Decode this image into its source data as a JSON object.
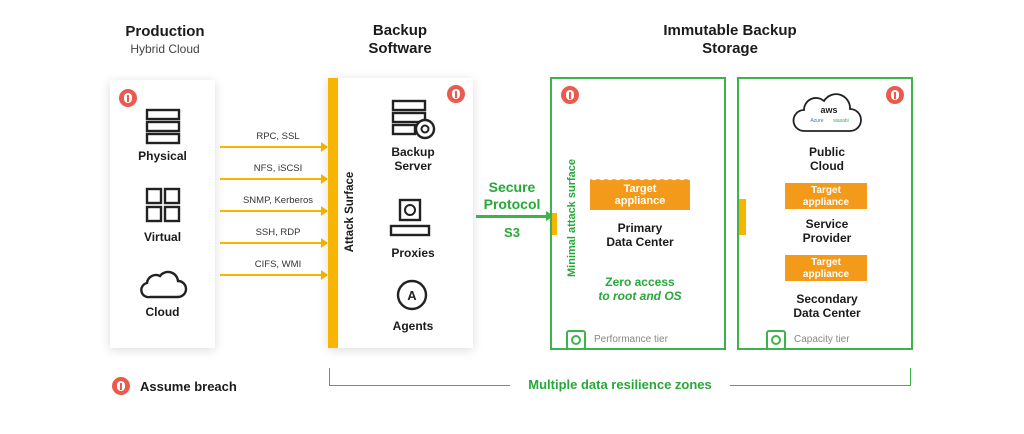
{
  "headers": {
    "production_title": "Production",
    "production_sub": "Hybrid Cloud",
    "backup_title_1": "Backup",
    "backup_title_2": "Software",
    "immutable_title_1": "Immutable Backup",
    "immutable_title_2": "Storage"
  },
  "production": {
    "items": [
      "Physical",
      "Virtual",
      "Cloud"
    ]
  },
  "protocols": [
    "RPC, SSL",
    "NFS, iSCSI",
    "SNMP, Kerberos",
    "SSH, RDP",
    "CIFS, WMI"
  ],
  "attack_surface": "Attack Surface",
  "backup_software": {
    "server_1": "Backup",
    "server_2": "Server",
    "proxies": "Proxies",
    "agents": "Agents"
  },
  "secure": {
    "line1": "Secure",
    "line2": "Protocol",
    "s3": "S3"
  },
  "primary_zone": {
    "minimal": "Minimal attack surface",
    "target_1": "Target",
    "target_2": "appliance",
    "dc_1": "Primary",
    "dc_2": "Data Center",
    "zero_1": "Zero access",
    "zero_2": "to root and OS",
    "tier": "Performance tier"
  },
  "capacity_zone": {
    "cloud_badge": "aws",
    "azure": "Azure",
    "wasabi": "wasabi",
    "public_1": "Public",
    "public_2": "Cloud",
    "target_1": "Target",
    "target_2": "appliance",
    "service_1": "Service",
    "service_2": "Provider",
    "target_b1": "Target",
    "target_b2": "appliance",
    "secondary_1": "Secondary",
    "secondary_2": "Data Center",
    "tier": "Capacity tier"
  },
  "footer": {
    "assume_breach": "Assume breach",
    "resilience": "Multiple data resilience zones"
  },
  "colors": {
    "orange": "#f49a1a",
    "yellow": "#f7b500",
    "green": "#3cb44b",
    "red": "#ea5a4e"
  }
}
